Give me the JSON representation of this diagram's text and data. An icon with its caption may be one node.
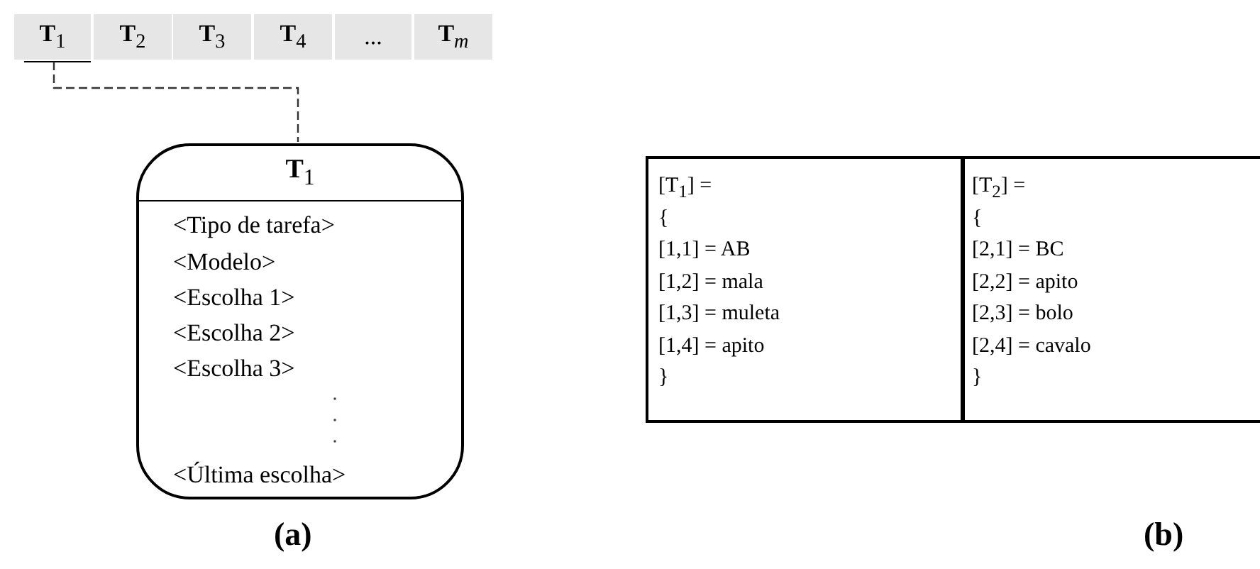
{
  "diagram": {
    "nodes": [
      {
        "text": [
          "**T**$_{1}$"
        ]
      },
      {
        "text": [
          "**T**$_{2}$"
        ]
      },
      {
        "text": [
          "**T**$_{3}$"
        ]
      },
      {
        "text": [
          "**T**$_{4}$"
        ]
      },
      {
        "text": [
          "..."
        ]
      },
      {
        "text": [
          "**T**$_{m}$"
        ]
      },
      {
        "text": [
          "**T**$_{1}$",
          "<Tipo de tarefa>",
          "<Modelo>",
          "<Escolha 1>",
          "<Escolha 2>",
          "<Escolha 3>",
          "<Última escolha>"
        ]
      }
    ],
    "edges": [
      {
        "from": 0,
        "to": 6,
        "arrow": "none",
        "style": "dashed"
      }
    ],
    "labels": [
      "[T$_{1}$] =",
      "{",
      "[1,1] = AB",
      "[1,2] = mala",
      "[1,3] = muleta",
      "[1,4] = apito",
      "}",
      "[T$_{2}$] =",
      "{",
      "[2,1] = BC",
      "[2,2] = apito",
      "[2,3] = bolo",
      "[2,4] = cavalo",
      "}",
      "(a)",
      "(b)"
    ]
  }
}
